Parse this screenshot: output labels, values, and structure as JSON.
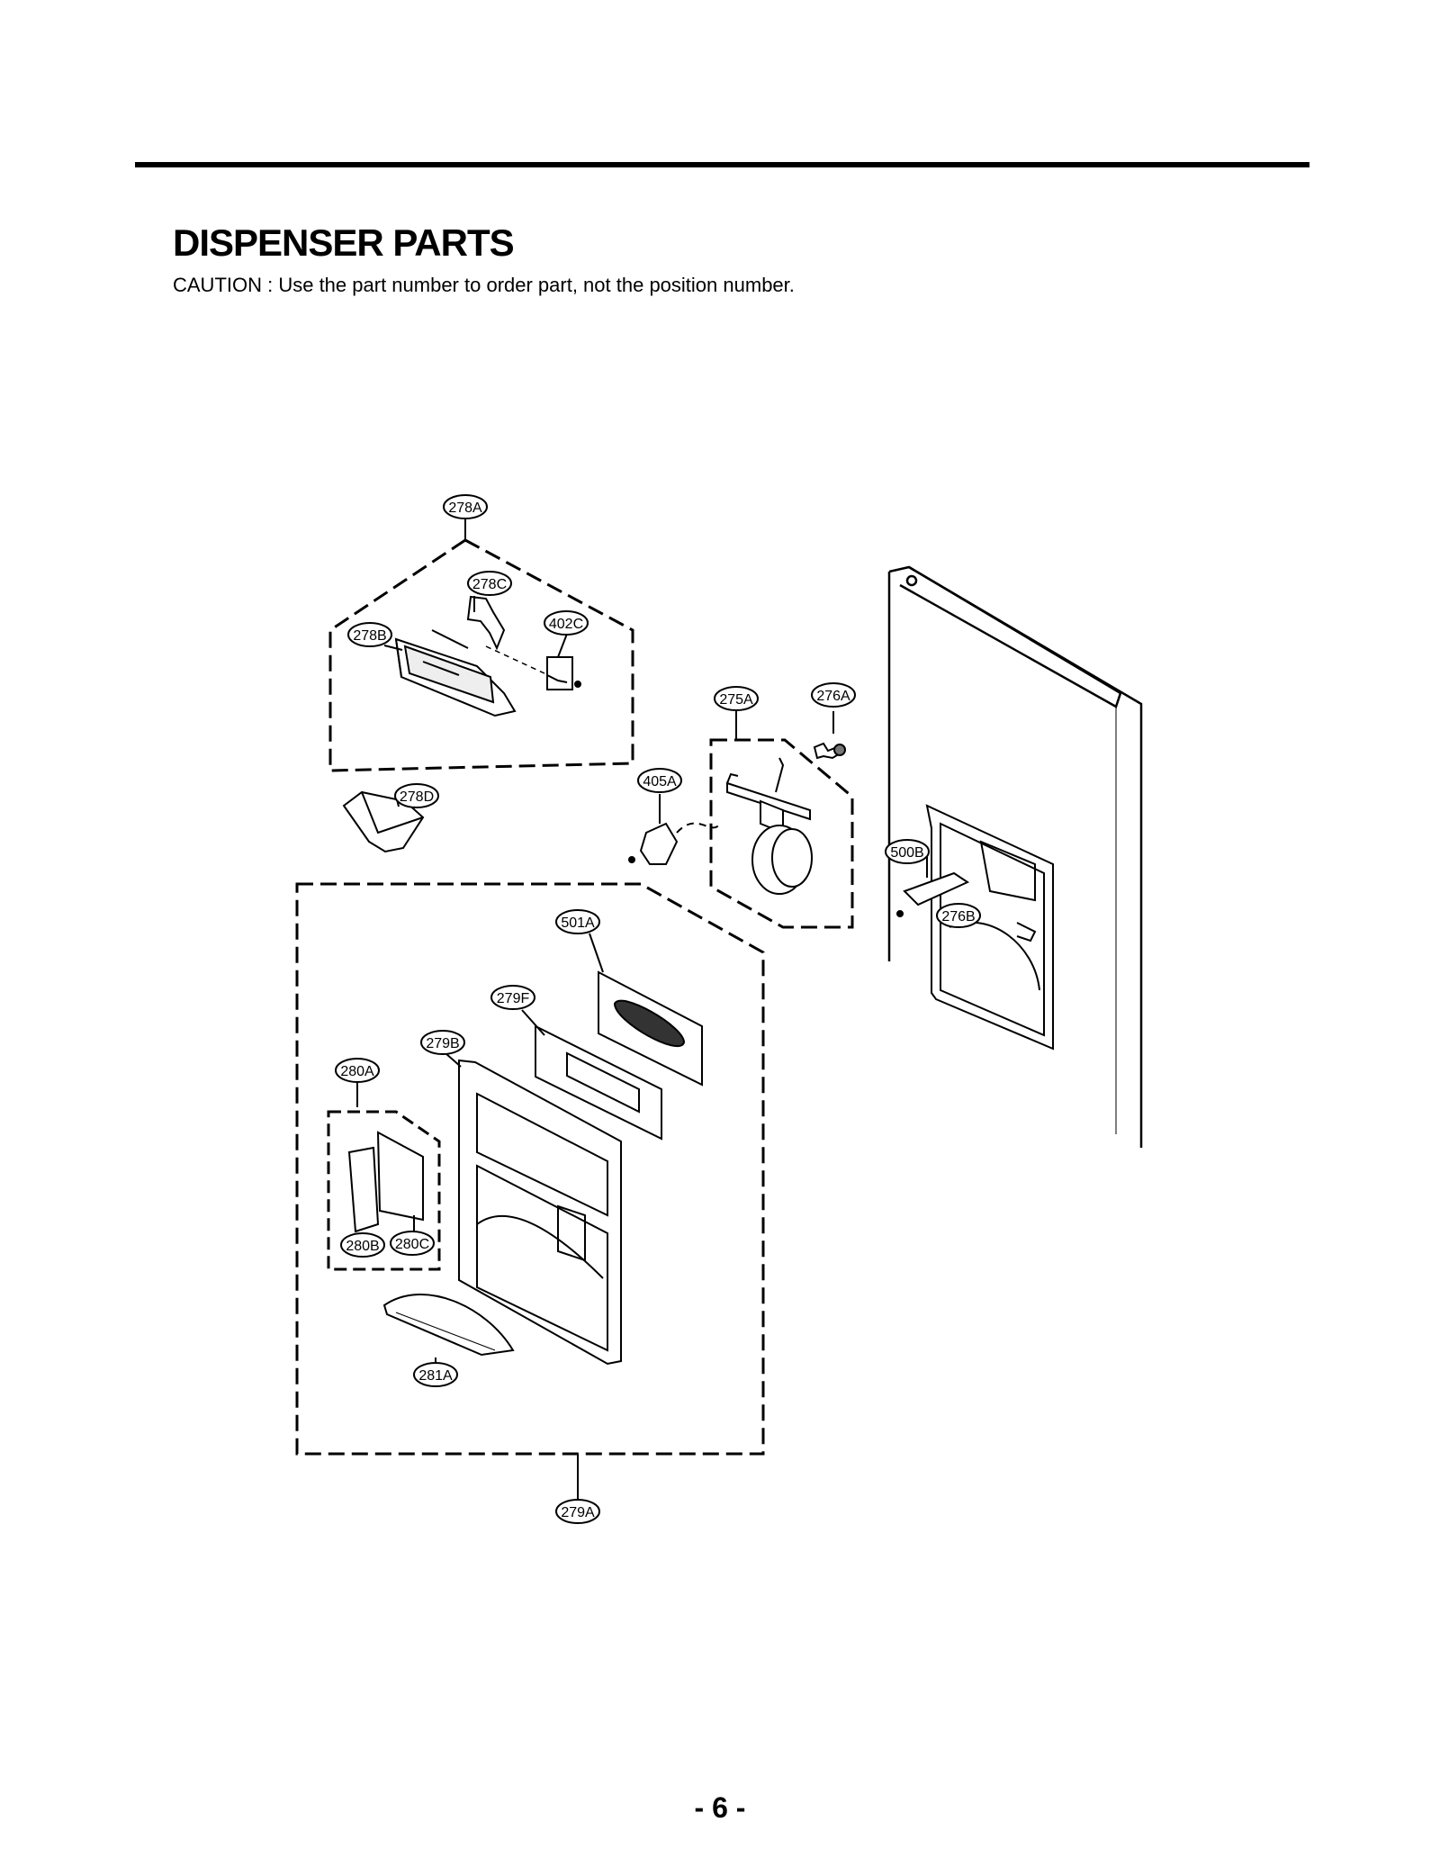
{
  "header": {
    "title": "DISPENSER PARTS",
    "caution": "CAUTION : Use the part number to order part, not the position number."
  },
  "labels": {
    "l278A": "278A",
    "l278B": "278B",
    "l278C": "278C",
    "l278D": "278D",
    "l402C": "402C",
    "l275A": "275A",
    "l276A": "276A",
    "l405A": "405A",
    "l500B": "500B",
    "l276B": "276B",
    "l501A": "501A",
    "l279F": "279F",
    "l279B": "279B",
    "l280A": "280A",
    "l280B": "280B",
    "l280C": "280C",
    "l281A": "281A",
    "l279A": "279A"
  },
  "footer": {
    "page_number": "- 6 -"
  }
}
